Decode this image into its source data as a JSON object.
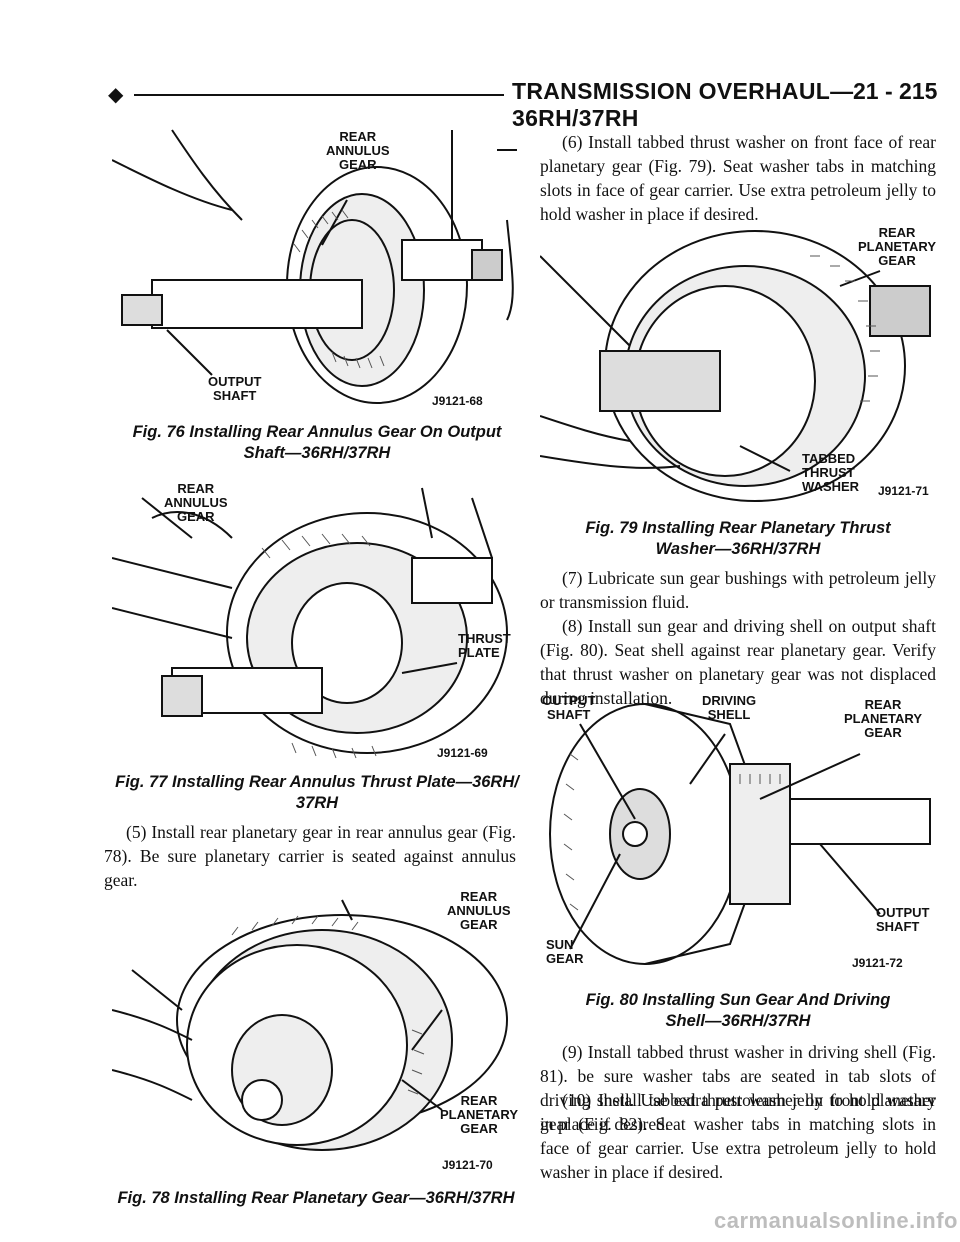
{
  "header": {
    "title": "TRANSMISSION OVERHAUL—36RH/37RH",
    "page": "21 - 215"
  },
  "fig76": {
    "labels": {
      "rear_annulus_gear": "REAR\nANNULUS\nGEAR",
      "output_shaft": "OUTPUT\nSHAFT"
    },
    "id": "J9121-68",
    "caption": "Fig. 76 Installing Rear Annulus Gear On Output Shaft—36RH/37RH"
  },
  "fig77": {
    "labels": {
      "rear_annulus_gear": "REAR\nANNULUS\nGEAR",
      "thrust_plate": "THRUST\nPLATE"
    },
    "id": "J9121-69",
    "caption": "Fig. 77 Installing Rear Annulus Thrust Plate—36RH/\n37RH"
  },
  "para5": "(5) Install rear planetary gear in rear annulus gear (Fig. 78). Be sure planetary carrier is seated against annulus gear.",
  "fig78": {
    "labels": {
      "rear_annulus_gear": "REAR\nANNULUS\nGEAR",
      "rear_planetary_gear": "REAR\nPLANETARY\nGEAR"
    },
    "id": "J9121-70",
    "caption": "Fig. 78 Installing Rear Planetary Gear—36RH/37RH"
  },
  "para6": "(6) Install tabbed thrust washer on front face of rear planetary gear (Fig. 79). Seat washer tabs in matching slots in face of gear carrier. Use extra petroleum jelly to hold washer in place if desired.",
  "fig79": {
    "labels": {
      "rear_planetary_gear": "REAR\nPLANETARY\nGEAR",
      "tabbed_thrust_washer": "TABBED\nTHRUST\nWASHER"
    },
    "id": "J9121-71",
    "caption": "Fig. 79 Installing Rear Planetary Thrust\nWasher—36RH/37RH"
  },
  "para7": "(7) Lubricate sun gear bushings with petroleum jelly or transmission fluid.",
  "para8": "(8) Install sun gear and driving shell on output shaft (Fig. 80). Seat shell against rear planetary gear. Verify that thrust washer on planetary gear was not displaced during installation.",
  "fig80": {
    "labels": {
      "output_shaft_top": "OUTPUT\nSHAFT",
      "driving_shell": "DRIVING\nSHELL",
      "rear_planetary_gear": "REAR\nPLANETARY\nGEAR",
      "output_shaft_right": "OUTPUT\nSHAFT",
      "sun_gear": "SUN\nGEAR"
    },
    "id": "J9121-72",
    "caption": "Fig. 80 Installing Sun Gear And Driving\nShell—36RH/37RH"
  },
  "para9": "(9) Install tabbed thrust washer in driving shell (Fig. 81). be sure washer tabs are seated in tab slots of driving shell. Use extra petroleum jelly to hold washer in place if desired.",
  "para10": "(10) Install tabbed thrust washer on front planetary gear (Fig. 82). Seat washer tabs in matching slots in face of gear carrier. Use extra petroleum jelly to hold washer in place if desired.",
  "watermark": "carmanualsonline.info"
}
